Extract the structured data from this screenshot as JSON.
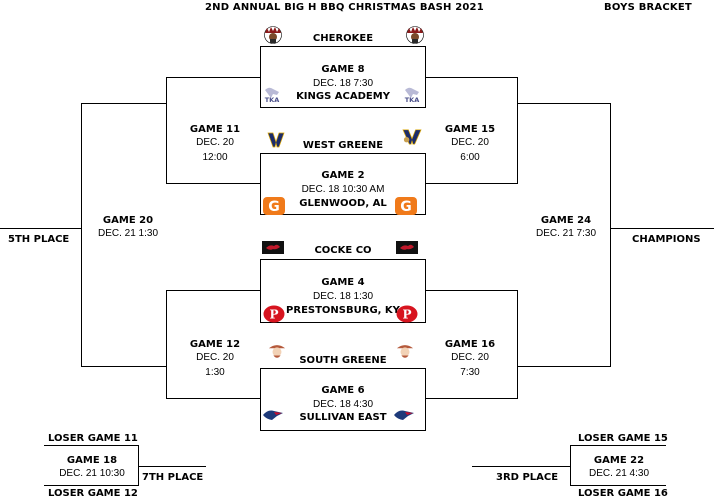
{
  "header": {
    "title": "2ND ANNUAL BIG H BBQ CHRISTMAS BASH 2021",
    "bracket": "BOYS BRACKET"
  },
  "games": {
    "g8": {
      "name": "GAME 8",
      "time": "DEC. 18 7:30",
      "top_team": "CHEROKEE",
      "bottom_team": "KINGS ACADEMY"
    },
    "g2": {
      "name": "GAME 2",
      "time": "DEC. 18 10:30 AM",
      "top_team": "WEST GREENE",
      "bottom_team": "GLENWOOD, AL"
    },
    "g4": {
      "name": "GAME 4",
      "time": "DEC. 18 1:30",
      "top_team": "COCKE CO",
      "bottom_team": "PRESTONSBURG, KY"
    },
    "g6": {
      "name": "GAME 6",
      "time": "DEC. 18 4:30",
      "top_team": "SOUTH GREENE",
      "bottom_team": "SULLIVAN EAST"
    },
    "g11": {
      "name": "GAME 11",
      "date": "DEC. 20",
      "time": "12:00"
    },
    "g15": {
      "name": "GAME 15",
      "date": "DEC. 20",
      "time": "6:00"
    },
    "g12": {
      "name": "GAME 12",
      "date": "DEC. 20",
      "time": "1:30"
    },
    "g16": {
      "name": "GAME 16",
      "date": "DEC. 20",
      "time": "7:30"
    },
    "g20": {
      "name": "GAME 20",
      "time": "DEC. 21 1:30"
    },
    "g24": {
      "name": "GAME 24",
      "time": "DEC. 21 7:30"
    },
    "g18": {
      "name": "GAME 18",
      "time": "DEC. 21 10:30",
      "top": "LOSER GAME 11",
      "bottom": "LOSER GAME 12"
    },
    "g22": {
      "name": "GAME 22",
      "time": "DEC. 21 4:30",
      "top": "LOSER GAME 15",
      "bottom": "LOSER GAME 16"
    }
  },
  "places": {
    "fifth": "5TH PLACE",
    "champions": "CHAMPIONS",
    "seventh": "7TH PLACE",
    "third": "3RD PLACE"
  },
  "logos": {
    "cherokee": {
      "icon": "cherokee-chief-logo",
      "color": "#8b1a1a"
    },
    "kings_academy": {
      "icon": "tka-logo",
      "color": "#6a6fa0"
    },
    "west_greene": {
      "icon": "w-logo",
      "color": "#1c2c6b"
    },
    "glenwood": {
      "icon": "g-logo",
      "color": "#f07a1a"
    },
    "cocke_co": {
      "icon": "cocke-co-logo",
      "color": "#c0182a"
    },
    "prestonsburg": {
      "icon": "p-logo",
      "color": "#d7141f"
    },
    "south_greene": {
      "icon": "rebel-mascot-logo",
      "color": "#b55a3c"
    },
    "sullivan_east": {
      "icon": "patriot-logo",
      "color": "#1e3a7a"
    }
  }
}
